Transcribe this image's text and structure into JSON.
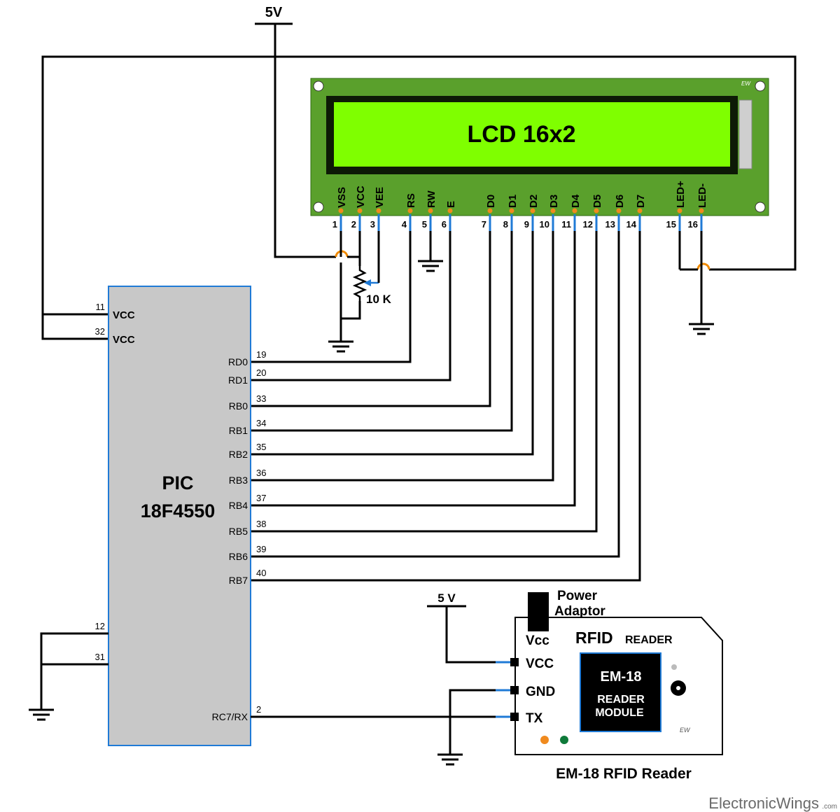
{
  "supply": {
    "top_label": "5V",
    "rfid_label": "5 V"
  },
  "lcd": {
    "title": "LCD 16x2",
    "logo": "EW",
    "pins": [
      {
        "name": "VSS",
        "num": "1"
      },
      {
        "name": "VCC",
        "num": "2"
      },
      {
        "name": "VEE",
        "num": "3"
      },
      {
        "name": "RS",
        "num": "4"
      },
      {
        "name": "RW",
        "num": "5"
      },
      {
        "name": "E",
        "num": "6"
      },
      {
        "name": "D0",
        "num": "7"
      },
      {
        "name": "D1",
        "num": "8"
      },
      {
        "name": "D2",
        "num": "9"
      },
      {
        "name": "D3",
        "num": "10"
      },
      {
        "name": "D4",
        "num": "11"
      },
      {
        "name": "D5",
        "num": "12"
      },
      {
        "name": "D6",
        "num": "13"
      },
      {
        "name": "D7",
        "num": "14"
      },
      {
        "name": "LED+",
        "num": "15"
      },
      {
        "name": "LED-",
        "num": "16"
      }
    ],
    "colors": {
      "board": "#5aa02c",
      "screen": "#7fff00",
      "frame": "#0d1a06"
    }
  },
  "pot": {
    "label": "10 K"
  },
  "pic": {
    "name_line1": "PIC",
    "name_line2": "18F4550",
    "color": "#c8c8c8",
    "border": "#1f7ad6",
    "left_pins": [
      {
        "name": "VCC",
        "num": "11"
      },
      {
        "name": "VCC",
        "num": "32"
      },
      {
        "name": "",
        "num": "12"
      },
      {
        "name": "",
        "num": "31"
      }
    ],
    "right_pins": [
      {
        "name": "RD0",
        "num": "19"
      },
      {
        "name": "RD1",
        "num": "20"
      },
      {
        "name": "RB0",
        "num": "33"
      },
      {
        "name": "RB1",
        "num": "34"
      },
      {
        "name": "RB2",
        "num": "35"
      },
      {
        "name": "RB3",
        "num": "36"
      },
      {
        "name": "RB4",
        "num": "37"
      },
      {
        "name": "RB5",
        "num": "38"
      },
      {
        "name": "RB6",
        "num": "39"
      },
      {
        "name": "RB7",
        "num": "40"
      },
      {
        "name": "RC7/RX",
        "num": "2"
      }
    ]
  },
  "rfid": {
    "power_label_1": "Power",
    "power_label_2": "Adaptor",
    "vcc_jack": "Vcc",
    "title_big": "RFID",
    "title_small": "READER",
    "module_line1": "EM-18",
    "module_line2": "READER",
    "module_line3": "MODULE",
    "pins": [
      "VCC",
      "GND",
      "TX"
    ],
    "logo": "EW",
    "caption": "EM-18 RFID Reader"
  },
  "brand": {
    "name": "ElectronicWings",
    "suffix": ".com"
  }
}
